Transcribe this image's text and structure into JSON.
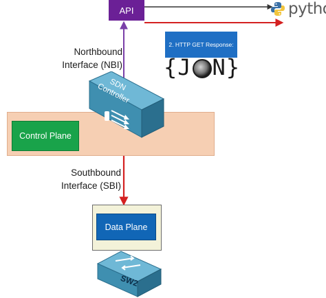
{
  "api": {
    "label": "API"
  },
  "python": {
    "label": "python"
  },
  "http_response": {
    "label": "2. HTTP GET Response:"
  },
  "json_logo": {
    "left": "{J",
    "right": "N}"
  },
  "northbound": {
    "line1": "Northbound",
    "line2": "Interface (NBI)"
  },
  "southbound": {
    "line1": "Southbound",
    "line2": "Interface (SBI)"
  },
  "sdn_controller": {
    "line1": "SDN",
    "line2": "Controller"
  },
  "control_plane": {
    "label": "Control Plane"
  },
  "data_plane": {
    "label": "Data Plane"
  },
  "switch": {
    "label": "SW2"
  },
  "colors": {
    "api": "#6b2096",
    "nbi_arrow": "#7a3fa8",
    "sbi_arrow": "#d42020",
    "response_arrow": "#d42020",
    "request_line": "#333333",
    "control_plane_band": "#f6cfb3",
    "control_plane_box": "#19a34a",
    "data_plane_frame": "#f3f2d9",
    "data_plane_box": "#1166b6",
    "device": "#3f8fb0",
    "http_box": "#1f6fc4"
  },
  "icons": [
    "python-logo-icon",
    "json-logo-icon",
    "sdn-controller-icon",
    "switch-icon"
  ]
}
